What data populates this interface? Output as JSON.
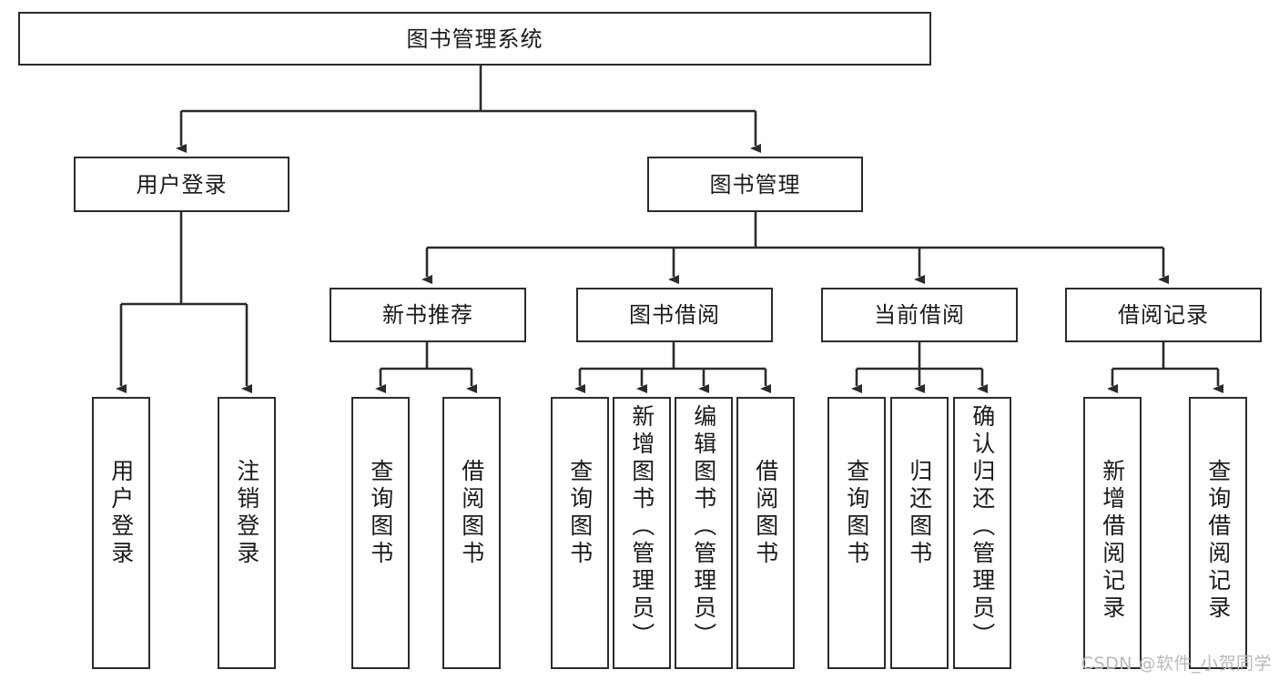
{
  "diagram": {
    "type": "tree",
    "title": "图书管理系统",
    "watermark": "CSDN @软件_小贺同学",
    "colors": {
      "stroke": "#2b2b2b",
      "fill": "#ffffff",
      "text": "#1a1a1a",
      "watermark": "#b9b9b9"
    },
    "nodes": {
      "root": "图书管理系统",
      "user_login": "用户登录",
      "book_manage": "图书管理",
      "new_book_rec": "新书推荐",
      "book_borrow": "图书借阅",
      "current_borrow": "当前借阅",
      "borrow_record": "借阅记录",
      "leaf_user_login": "用户登录",
      "leaf_logout": "注销登录",
      "leaf_query_book_1": "查询图书",
      "leaf_borrow_book_1": "借阅图书",
      "leaf_query_book_2": "查询图书",
      "leaf_add_book": "新增图书（管理员）",
      "leaf_edit_book": "编辑图书（管理员）",
      "leaf_borrow_book_2": "借阅图书",
      "leaf_query_book_3": "查询图书",
      "leaf_return_book": "归还图书",
      "leaf_confirm_return": "确认归还（管理员）",
      "leaf_add_record": "新增借阅记录",
      "leaf_query_record": "查询借阅记录"
    }
  }
}
